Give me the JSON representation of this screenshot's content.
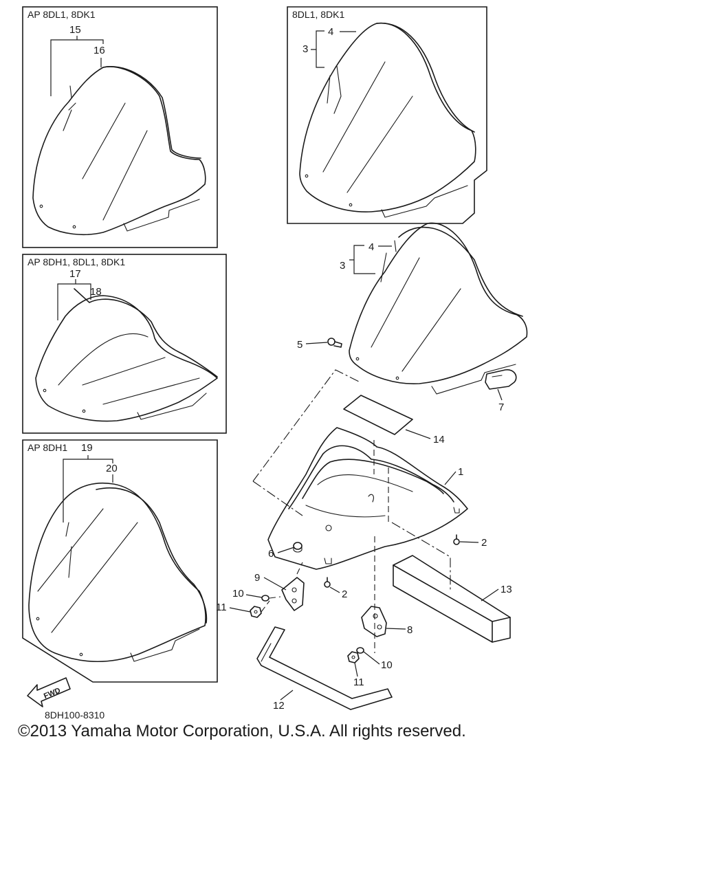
{
  "panels": {
    "top_left": {
      "title": "AP 8DL1, 8DK1",
      "group": "15",
      "part": "16"
    },
    "middle_left": {
      "title": "AP 8DH1, 8DL1, 8DK1",
      "group": "17",
      "part": "18"
    },
    "bottom_left": {
      "title": "AP 8DH1",
      "group": "19",
      "part": "20"
    },
    "top_right": {
      "title": "8DL1, 8DK1",
      "group": "3",
      "part": "4"
    }
  },
  "callouts": {
    "p1": "1",
    "p2a": "2",
    "p2b": "2",
    "p3": "3",
    "p4": "4",
    "p5": "5",
    "p6": "6",
    "p7": "7",
    "p8": "8",
    "p9": "9",
    "p10a": "10",
    "p10b": "10",
    "p11a": "11",
    "p11b": "11",
    "p12": "12",
    "p13": "13",
    "p14": "14"
  },
  "fwd_label": "FWD",
  "diagram_code": "8DH100-8310",
  "copyright": "©2013 Yamaha Motor Corporation, U.S.A. All rights reserved."
}
